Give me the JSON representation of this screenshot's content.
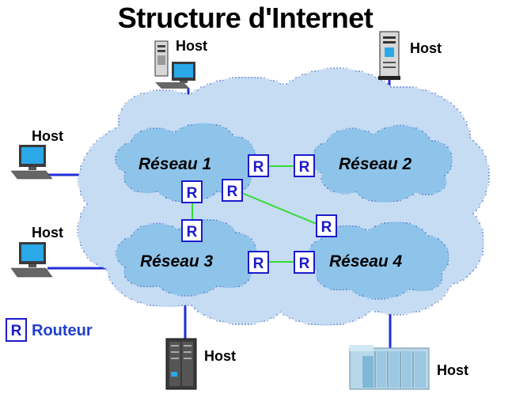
{
  "title": "Structure d'Internet",
  "networks": [
    "Réseau 1",
    "Réseau 2",
    "Réseau 3",
    "Réseau 4"
  ],
  "host_label": "Host",
  "router_letter": "R",
  "legend": {
    "symbol": "R",
    "label": "Routeur"
  },
  "colors": {
    "internet_cloud": "#c6dcf3",
    "network_cloud": "#8fc4ea",
    "link": "#1f2fd8",
    "router_link": "#33dd33",
    "router_border": "#1a1acc"
  }
}
